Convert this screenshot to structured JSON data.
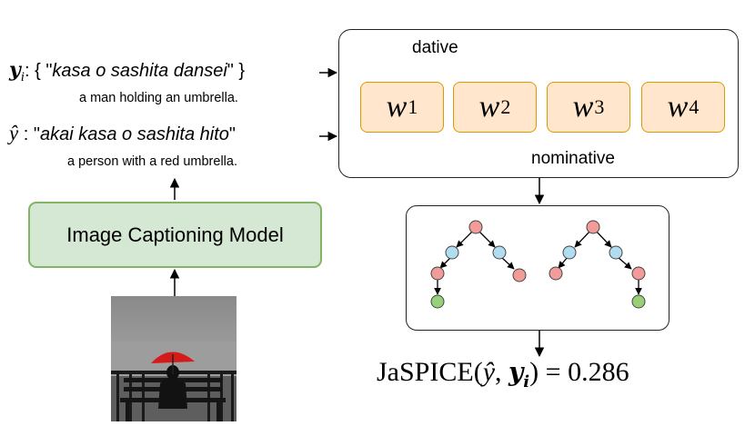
{
  "references": {
    "symbol": "y",
    "subscript": "i",
    "open": ": { \"",
    "text": "kasa o sashita dansei",
    "close": "\" }",
    "translation": "a man holding an umbrella."
  },
  "candidate": {
    "symbol": "ŷ",
    "open": " : \"",
    "text": "akai kasa o sashita hito",
    "close": "\"",
    "translation": "a person with a red umbrella."
  },
  "model": {
    "label": "Image Captioning Model"
  },
  "words": [
    {
      "base": "w",
      "sub": "1"
    },
    {
      "base": "w",
      "sub": "2"
    },
    {
      "base": "w",
      "sub": "3"
    },
    {
      "base": "w",
      "sub": "4"
    }
  ],
  "relations": {
    "top": "dative",
    "bottom": "nominative"
  },
  "score": {
    "name": "JaSPICE",
    "args_open": "(",
    "arg1": "ŷ",
    "sep": ", ",
    "arg2_base": "y",
    "arg2_sub": "i",
    "args_close": ")",
    "equals": " = ",
    "value": "0.286"
  },
  "colors": {
    "word_fill": "#ffe6cc",
    "word_border": "#d79b00",
    "model_fill": "#d5e8d4",
    "model_border": "#82b366",
    "node_pink": "#f19c99",
    "node_blue": "#b1ddf0",
    "node_green": "#97d077"
  }
}
